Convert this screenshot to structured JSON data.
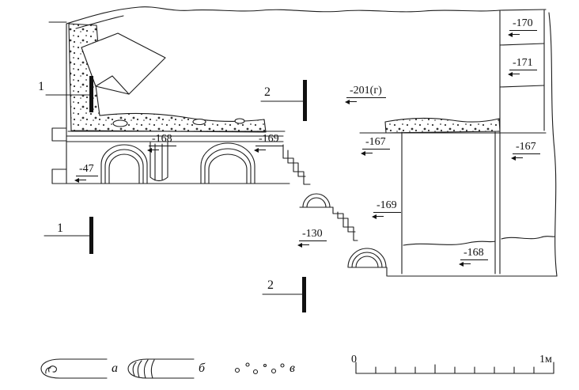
{
  "drawing": {
    "title": "archaeological masonry section drawing",
    "elevations": [
      {
        "text": "-170"
      },
      {
        "text": "-171"
      },
      {
        "text": "-201(г)"
      },
      {
        "text": "-168"
      },
      {
        "text": "-169"
      },
      {
        "text": "-167"
      },
      {
        "text": "-167"
      },
      {
        "text": "-47"
      },
      {
        "text": "-169"
      },
      {
        "text": "-130"
      },
      {
        "text": "-168"
      }
    ],
    "sections": [
      {
        "label": "1"
      },
      {
        "label": "2"
      },
      {
        "label": "1"
      },
      {
        "label": "2"
      }
    ]
  },
  "legend": {
    "items": [
      {
        "label": "а",
        "symbol": "moulded-profile-outline"
      },
      {
        "label": "б",
        "symbol": "moulded-profile-hatched"
      },
      {
        "label": "в",
        "symbol": "stipple-dots"
      }
    ]
  },
  "scale": {
    "start": "0",
    "end": "1м"
  }
}
